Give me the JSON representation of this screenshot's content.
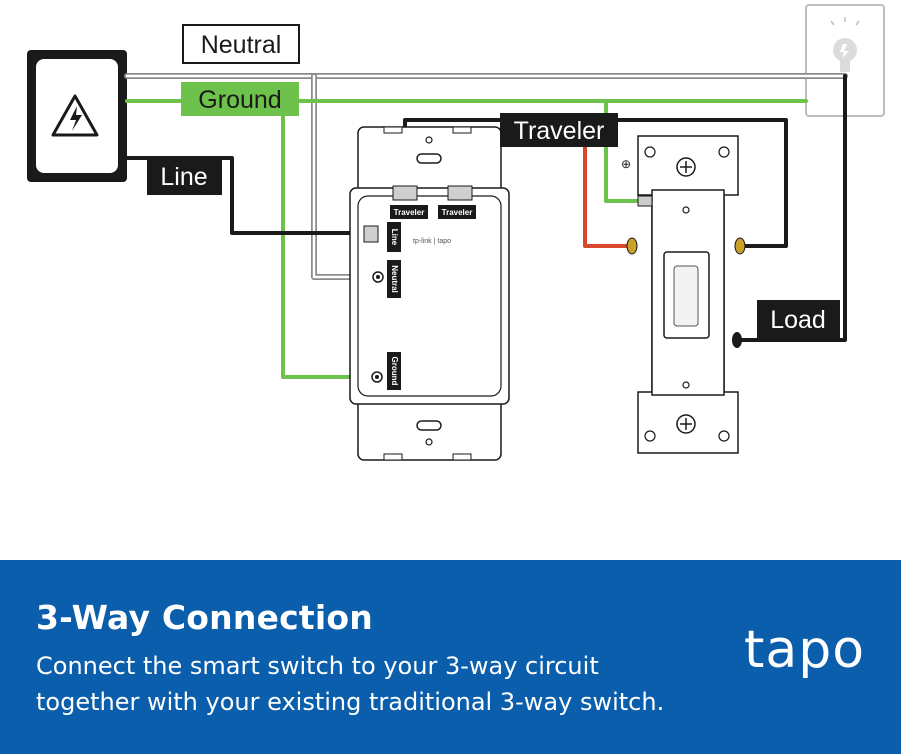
{
  "diagram": {
    "labels": {
      "neutral": "Neutral",
      "ground": "Ground",
      "line": "Line",
      "traveler": "Traveler",
      "load": "Load"
    },
    "smart_switch": {
      "terminal_traveler_1": "Traveler",
      "terminal_traveler_2": "Traveler",
      "terminal_line": "Line",
      "terminal_neutral": "Neutral",
      "terminal_ground": "Ground",
      "brand_mark": "tp-link | tapo"
    },
    "icons": {
      "power_source": "high-voltage-icon",
      "light": "light-bulb-icon"
    },
    "colors": {
      "ground_wire": "#6cc24a",
      "traveler_wire": "#d9482b",
      "line_wire": "#1a1a1a",
      "neutral_wire": "#9a9a9a",
      "screw": "#c9a227"
    }
  },
  "banner": {
    "title": "3-Way Connection",
    "description_line_1": "Connect the smart switch to your 3-way circuit",
    "description_line_2": "together with your existing traditional 3-way switch.",
    "brand": "tapo",
    "background": "#0a5eab"
  }
}
